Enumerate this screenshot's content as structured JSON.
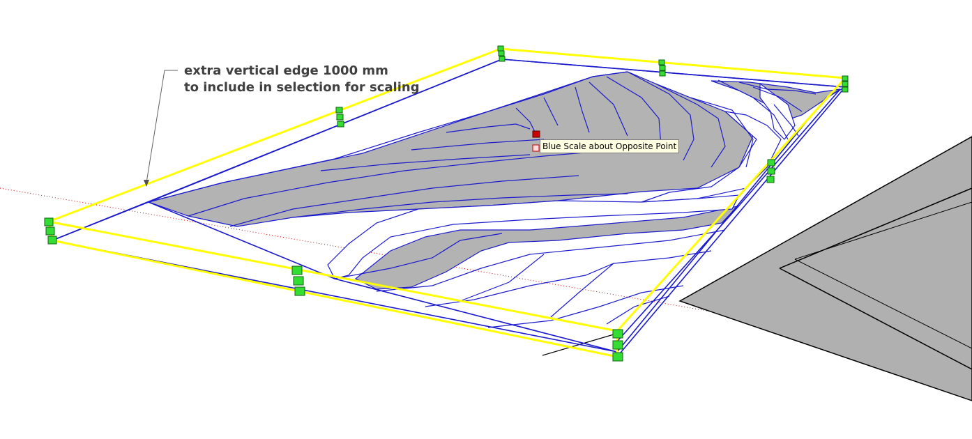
{
  "annotation": {
    "line1": "extra vertical edge 1000 mm",
    "line2": "to include in selection for scaling"
  },
  "tooltip": {
    "text": "Blue Scale about Opposite Point"
  },
  "colors": {
    "selection_box": "#ffff00",
    "scale_grip": "#33dd33",
    "active_grip": "#cc0000",
    "contour_lines": "#1a1acc",
    "terrain_fill": "#b3b3b3",
    "ground_plane": "#b0b0b0",
    "red_axis": "#cc0000",
    "background": "#ffffff"
  },
  "tool": {
    "name": "scale-tool",
    "mode": "scale about opposite point",
    "axis": "blue"
  }
}
